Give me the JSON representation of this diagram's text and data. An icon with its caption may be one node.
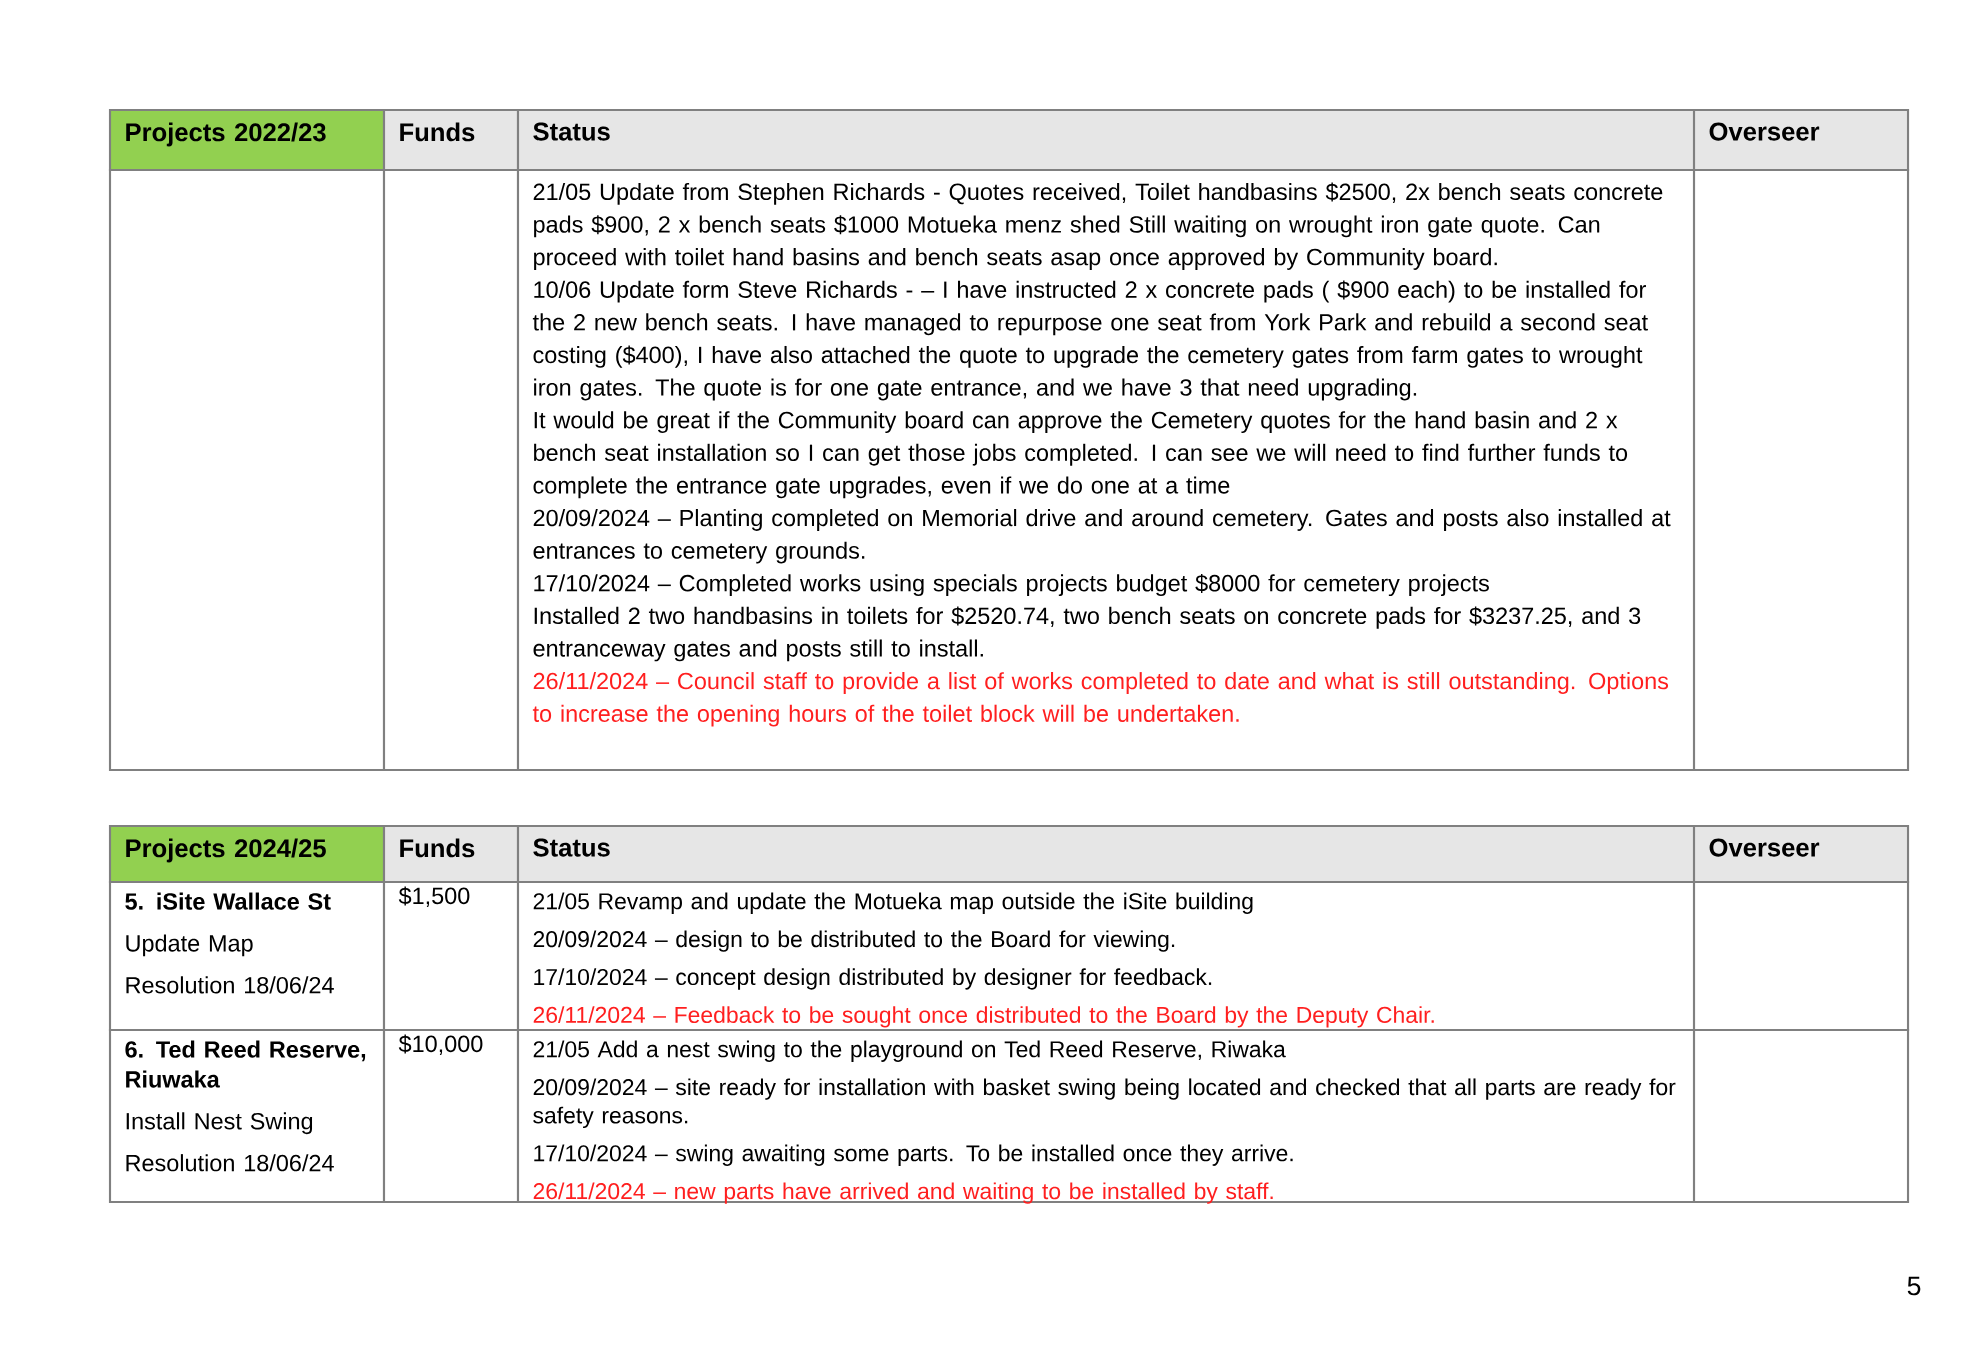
{
  "diagram": {
    "labels": [
      "Projects 2022/23",
      "Funds",
      "Status",
      "Overseer",
      "21/05 Update from Stephen Richards - Quotes received, Toilet handbasins $2500, 2x bench seats concrete pads $900, 2 x bench seats $1000 Motueka menz shed Still waiting on wrought iron gate quote. Can proceed with toilet hand basins and bench seats asap once approved by Community board.",
      "10/06 Update form Steve Richards - – I have instructed 2 x concrete pads ( $900 each) to be installed for the 2 new bench seats. I have managed to repurpose one seat from York Park and rebuild a second seat costing ($400), I have also attached the quote to upgrade the cemetery gates from farm gates to wrought iron gates. The quote is for one gate entrance, and we have 3 that need upgrading.",
      "It would be great if the Community board can approve the Cemetery quotes for the hand basin and 2 x bench seat installation so I can get those jobs completed. I can see we will need to find further funds to complete the entrance gate upgrades, even if we do one at a time",
      "20/09/2024 – Planting completed on Memorial drive and around cemetery. Gates and posts also installed at entrances to cemetery grounds.",
      "17/10/2024 – Completed works using specials projects budget $8000 for cemetery projects",
      "Installed 2 two handbasins in toilets for $2520.74, two bench seats on concrete pads for $3237.25, and 3 entranceway gates and posts still to install.",
      "26/11/2024 – Council staff to provide a list of works completed to date and what is still outstanding. Options to increase the opening hours of the toilet block will be undertaken.",
      "Projects 2024/25",
      "Funds",
      "Status",
      "Overseer",
      "5. iSite Wallace St",
      "Update Map",
      "Resolution 18/06/24",
      "$1,500",
      "21/05 Revamp and update the Motueka map outside the iSite building",
      "20/09/2024 – design to be distributed to the Board for viewing.",
      "17/10/2024 – concept design distributed by designer for feedback.",
      "26/11/2024 – Feedback to be sought once distributed to the Board by the Deputy Chair.",
      "6. Ted Reed Reserve, Riuwaka",
      "Install Nest Swing",
      "Resolution 18/06/24",
      "$10,000",
      "21/05 Add a nest swing to the playground on Ted Reed Reserve, Riwaka",
      "20/09/2024 – site ready for installation with basket swing being located and checked that all parts are ready for safety reasons.",
      "17/10/2024 – swing awaiting some parts. To be installed once they arrive.",
      "26/11/2024 – new parts have arrived and waiting to be installed by staff.",
      "5"
    ]
  }
}
